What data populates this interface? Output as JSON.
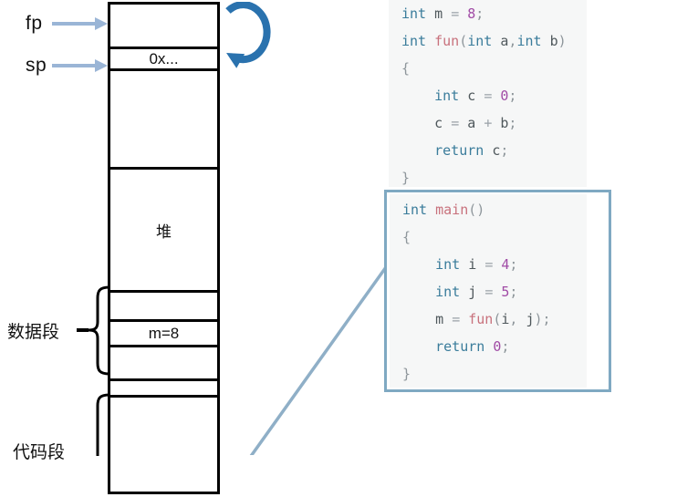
{
  "diagram": {
    "fp_label": "fp",
    "sp_label": "sp",
    "data_segment_label": "数据段",
    "code_segment_label": "代码段",
    "cells": [
      {
        "label": "",
        "height": 46
      },
      {
        "label": "0x...",
        "height": 24
      },
      {
        "label": "",
        "height": 108
      },
      {
        "label": "堆",
        "height": 135
      },
      {
        "label": "",
        "height": 32
      },
      {
        "label": "m=8",
        "height": 28
      },
      {
        "label": "",
        "height": 37
      },
      {
        "label": "",
        "height": 18
      },
      {
        "label": "",
        "height": 112
      }
    ]
  },
  "code": {
    "fun_block": [
      [
        [
          "kw",
          "int "
        ],
        [
          "id",
          "m "
        ],
        [
          "op",
          "= "
        ],
        [
          "num",
          "8"
        ],
        [
          "pun",
          ";"
        ]
      ],
      [
        [
          "kw",
          "int "
        ],
        [
          "fn",
          "fun"
        ],
        [
          "pun",
          "("
        ],
        [
          "kw",
          "int "
        ],
        [
          "id",
          "a"
        ],
        [
          "pun",
          ","
        ],
        [
          "kw",
          "int "
        ],
        [
          "id",
          "b"
        ],
        [
          "pun",
          ")"
        ]
      ],
      [
        [
          "pun",
          "{"
        ]
      ],
      [
        [
          "ind",
          "    "
        ],
        [
          "kw",
          "int "
        ],
        [
          "id",
          "c "
        ],
        [
          "op",
          "= "
        ],
        [
          "num",
          "0"
        ],
        [
          "pun",
          ";"
        ]
      ],
      [
        [
          "ind",
          "    "
        ],
        [
          "id",
          "c "
        ],
        [
          "op",
          "= "
        ],
        [
          "id",
          "a "
        ],
        [
          "op",
          "+ "
        ],
        [
          "id",
          "b"
        ],
        [
          "pun",
          ";"
        ]
      ],
      [
        [
          "ind",
          "    "
        ],
        [
          "kw",
          "return "
        ],
        [
          "id",
          "c"
        ],
        [
          "pun",
          ";"
        ]
      ],
      [
        [
          "pun",
          "}"
        ]
      ]
    ],
    "main_block": [
      [
        [
          "kw",
          "int "
        ],
        [
          "fn",
          "main"
        ],
        [
          "pun",
          "()"
        ]
      ],
      [
        [
          "pun",
          "{"
        ]
      ],
      [
        [
          "ind",
          "    "
        ],
        [
          "kw",
          "int "
        ],
        [
          "id",
          "i "
        ],
        [
          "op",
          "= "
        ],
        [
          "num",
          "4"
        ],
        [
          "pun",
          ";"
        ]
      ],
      [
        [
          "ind",
          "    "
        ],
        [
          "kw",
          "int "
        ],
        [
          "id",
          "j "
        ],
        [
          "op",
          "= "
        ],
        [
          "num",
          "5"
        ],
        [
          "pun",
          ";"
        ]
      ],
      [
        [
          "ind",
          "    "
        ],
        [
          "id",
          "m "
        ],
        [
          "op",
          "= "
        ],
        [
          "fn",
          "fun"
        ],
        [
          "pun",
          "("
        ],
        [
          "id",
          "i"
        ],
        [
          "pun",
          ", "
        ],
        [
          "id",
          "j"
        ],
        [
          "pun",
          ");"
        ]
      ],
      [
        [
          "ind",
          "    "
        ],
        [
          "kw",
          "return "
        ],
        [
          "num",
          "0"
        ],
        [
          "pun",
          ";"
        ]
      ],
      [
        [
          "pun",
          "}"
        ]
      ]
    ]
  },
  "colors": {
    "keyword": "#3a7c9b",
    "function_name": "#c8717c",
    "number": "#a04ba5",
    "identifier": "#4f585c",
    "operator": "#9aa2a8",
    "punctuation": "#8e969b",
    "code_bg": "#f6f7f7",
    "box_border": "#7fa9c2",
    "connector": "#8fafc7",
    "pointer_arrow": "#9ab5d6",
    "loop_arrow": "#2a72ae",
    "diagram_line": "#000000"
  }
}
